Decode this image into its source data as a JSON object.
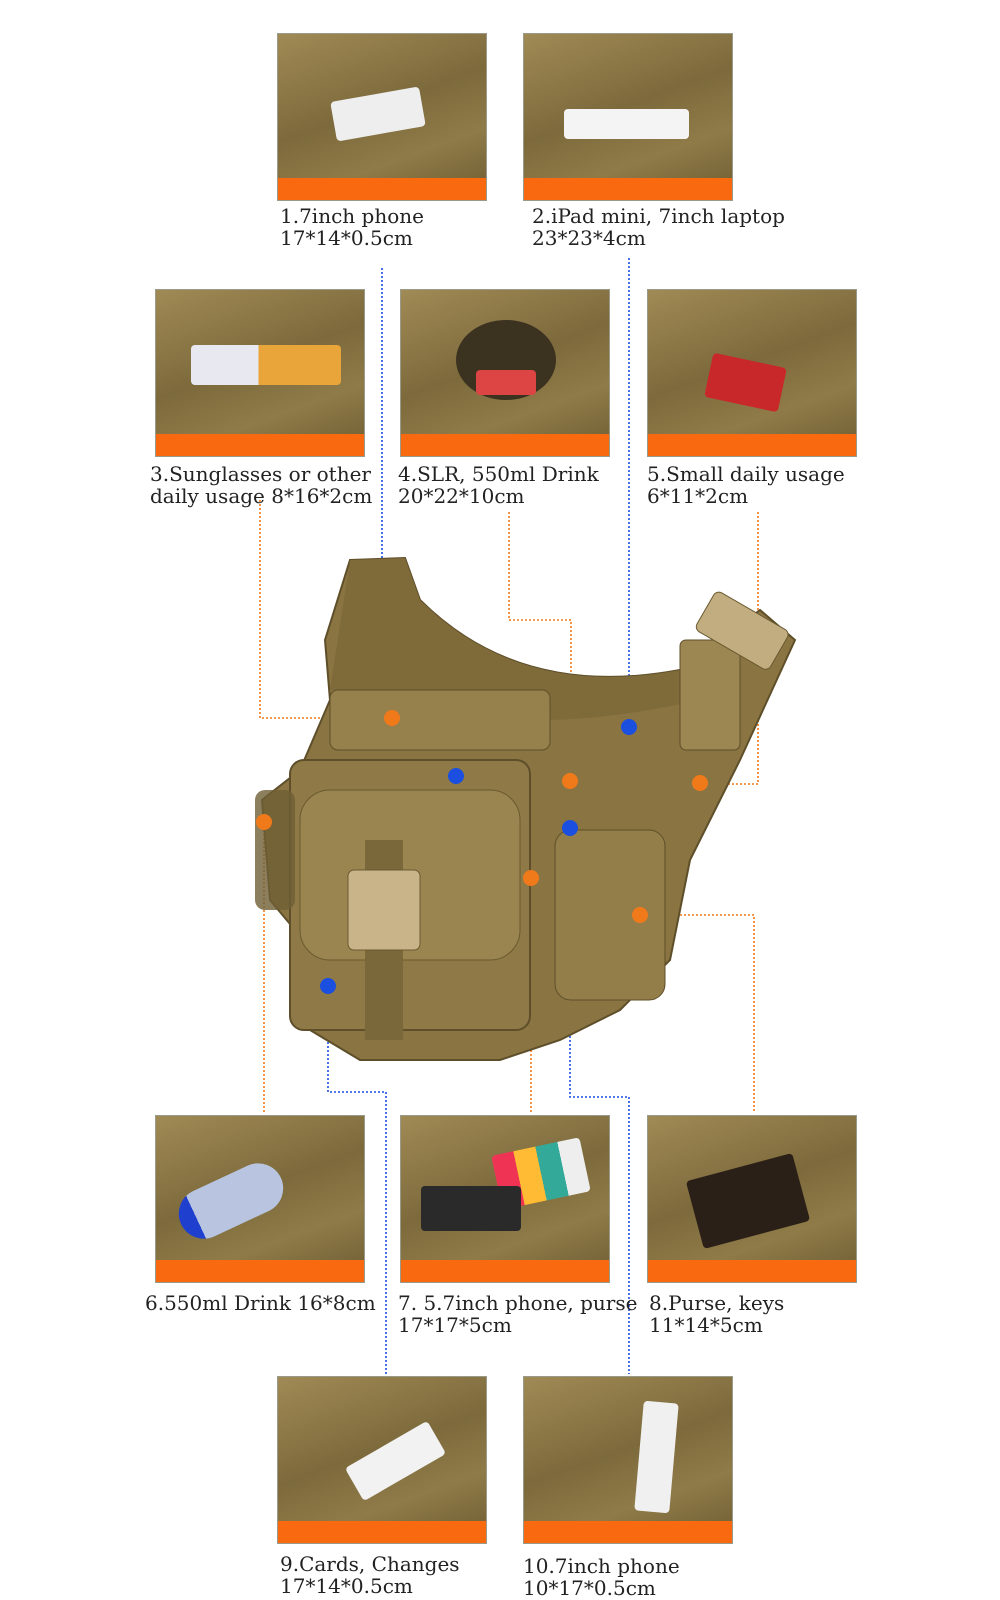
{
  "compartments": [
    {
      "name": "1.7inch phone",
      "size": "17*14*0.5cm"
    },
    {
      "name": "2.iPad mini, 7inch laptop",
      "size": "23*23*4cm"
    },
    {
      "name": "3.Sunglasses or other",
      "size": "daily usage  8*16*2cm"
    },
    {
      "name": "4.SLR, 550ml Drink",
      "size": "20*22*10cm"
    },
    {
      "name": "5.Small daily usage",
      "size": "6*11*2cm"
    },
    {
      "name": "6.550ml Drink  16*8cm",
      "size": ""
    },
    {
      "name": "7. 5.7inch phone, purse",
      "size": "17*17*5cm"
    },
    {
      "name": "8.Purse, keys",
      "size": "11*14*5cm"
    },
    {
      "name": "9.Cards, Changes",
      "size": "17*14*0.5cm"
    },
    {
      "name": "10.7inch phone",
      "size": "10*17*0.5cm"
    }
  ],
  "colors": {
    "accent": "#f96a10",
    "marker_orange": "#f07a1a",
    "marker_blue": "#1a4fe0",
    "bag": "#8a7442"
  }
}
